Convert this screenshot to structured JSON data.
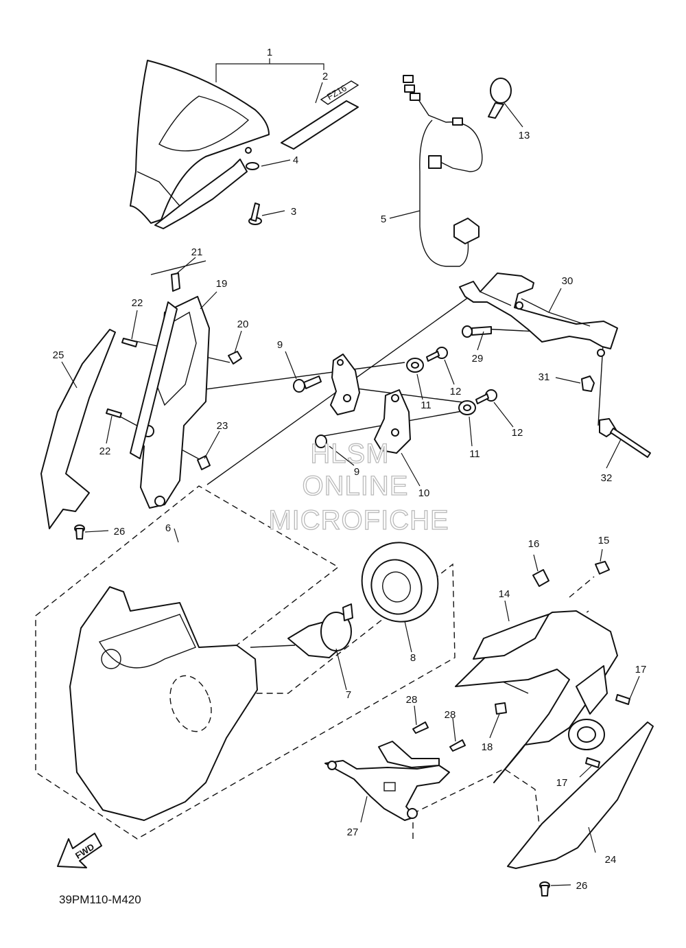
{
  "diagram": {
    "code": "39PM110-M420",
    "fwd_label": "FWD",
    "decal_text": "FZ16",
    "watermark": [
      "HLSM",
      "ONLINE",
      "MICROFICHE"
    ]
  },
  "callouts": [
    {
      "id": "c1",
      "label": "1"
    },
    {
      "id": "c2",
      "label": "2"
    },
    {
      "id": "c3",
      "label": "3"
    },
    {
      "id": "c4",
      "label": "4"
    },
    {
      "id": "c5",
      "label": "5"
    },
    {
      "id": "c6",
      "label": "6"
    },
    {
      "id": "c7",
      "label": "7"
    },
    {
      "id": "c8",
      "label": "8"
    },
    {
      "id": "c9a",
      "label": "9"
    },
    {
      "id": "c9b",
      "label": "9"
    },
    {
      "id": "c10",
      "label": "10"
    },
    {
      "id": "c11a",
      "label": "11"
    },
    {
      "id": "c11b",
      "label": "11"
    },
    {
      "id": "c12a",
      "label": "12"
    },
    {
      "id": "c12b",
      "label": "12"
    },
    {
      "id": "c13",
      "label": "13"
    },
    {
      "id": "c14",
      "label": "14"
    },
    {
      "id": "c15",
      "label": "15"
    },
    {
      "id": "c16",
      "label": "16"
    },
    {
      "id": "c17a",
      "label": "17"
    },
    {
      "id": "c17b",
      "label": "17"
    },
    {
      "id": "c18",
      "label": "18"
    },
    {
      "id": "c19",
      "label": "19"
    },
    {
      "id": "c20",
      "label": "20"
    },
    {
      "id": "c21",
      "label": "21"
    },
    {
      "id": "c22a",
      "label": "22"
    },
    {
      "id": "c22b",
      "label": "22"
    },
    {
      "id": "c23",
      "label": "23"
    },
    {
      "id": "c24",
      "label": "24"
    },
    {
      "id": "c25",
      "label": "25"
    },
    {
      "id": "c26a",
      "label": "26"
    },
    {
      "id": "c26b",
      "label": "26"
    },
    {
      "id": "c27",
      "label": "27"
    },
    {
      "id": "c28a",
      "label": "28"
    },
    {
      "id": "c28b",
      "label": "28"
    },
    {
      "id": "c29",
      "label": "29"
    },
    {
      "id": "c30",
      "label": "30"
    },
    {
      "id": "c31",
      "label": "31"
    },
    {
      "id": "c32",
      "label": "32"
    }
  ]
}
